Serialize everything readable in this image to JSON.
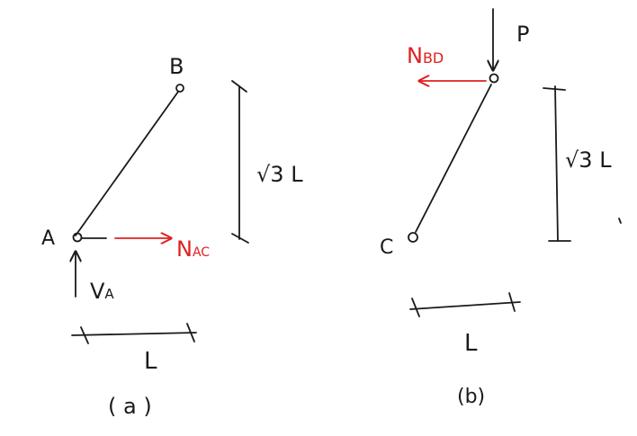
{
  "diagram_a": {
    "caption": "( a )",
    "node_b": "B",
    "node_a": "A",
    "force_nac": {
      "main": "N",
      "sub": "AC"
    },
    "force_va": {
      "main": "V",
      "sub": "A"
    },
    "height_label": "√3 L",
    "width_label": "L"
  },
  "diagram_b": {
    "caption": "(b)",
    "load_p": "P",
    "force_nbd": {
      "main": "N",
      "sub": "BD"
    },
    "node_c": "C",
    "height_label": "√3 L",
    "width_label": "L"
  },
  "colors": {
    "ink": "#1a1a1a",
    "force": "#e02020"
  }
}
